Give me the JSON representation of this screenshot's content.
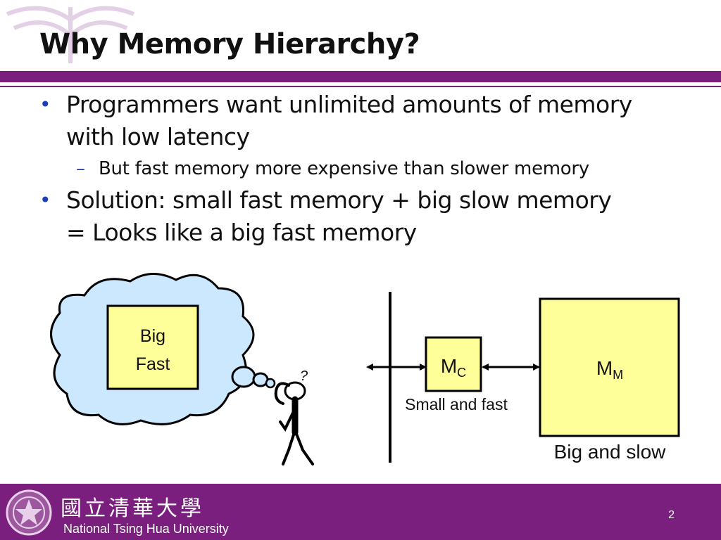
{
  "title": "Why Memory Hierarchy?",
  "bullets": [
    {
      "line1": "Programmers want unlimited amounts of memory",
      "line2": "with low latency",
      "sub": "But fast memory more expensive than slower memory"
    },
    {
      "line1": "Solution: small fast memory + big slow memory",
      "line2": "= Looks like a big fast memory"
    }
  ],
  "diagram": {
    "thought_box": {
      "line1": "Big",
      "line2": "Fast"
    },
    "question_mark": "?",
    "cache": {
      "main": "M",
      "sub": "C",
      "caption": "Small and fast"
    },
    "main_memory": {
      "main": "M",
      "sub": "M",
      "caption": "Big and slow"
    }
  },
  "footer": {
    "chinese_name": "國立清華大學",
    "english_name": "National Tsing Hua University",
    "page_number": "2"
  },
  "colors": {
    "accent": "#7b1f7e",
    "bullet": "#1f3fb8",
    "box_fill": "#ffff99",
    "cloud_fill": "#cce8ff"
  }
}
